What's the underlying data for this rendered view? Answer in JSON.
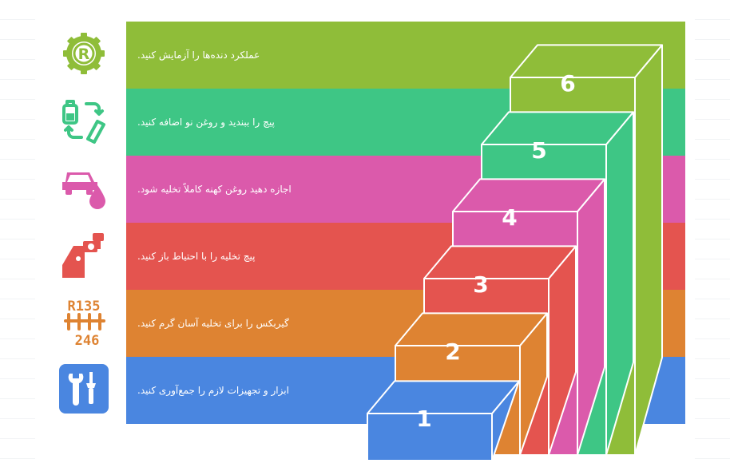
{
  "steps": [
    {
      "number": "1",
      "label": "ابزار و تجهیزات لازم را جمع‌آوری کنید.",
      "color": "#4a86e0",
      "icon": "tools-icon"
    },
    {
      "number": "2",
      "label": "گیربکس را برای تخلیه آسان گرم کنید.",
      "color": "#de8332",
      "icon": "gear-shift-pattern-icon"
    },
    {
      "number": "3",
      "label": "پیچ تخلیه را با احتیاط باز کنید.",
      "color": "#e4544f",
      "icon": "oil-gun-icon"
    },
    {
      "number": "4",
      "label": "اجازه دهید روغن کهنه کاملاً تخلیه شود.",
      "color": "#db5aab",
      "icon": "car-oil-drop-icon"
    },
    {
      "number": "5",
      "label": "پیچ را ببندید و روغن نو اضافه کنید.",
      "color": "#3ec685",
      "icon": "oil-change-icon"
    },
    {
      "number": "6",
      "label": "عملکرد دنده‌ها را آزمایش کنید.",
      "color": "#8fbd39",
      "icon": "gear-r-icon"
    }
  ],
  "icon_text": {
    "gear_pattern_top": "R135",
    "gear_pattern_bottom": "246",
    "gear_r": "R"
  }
}
